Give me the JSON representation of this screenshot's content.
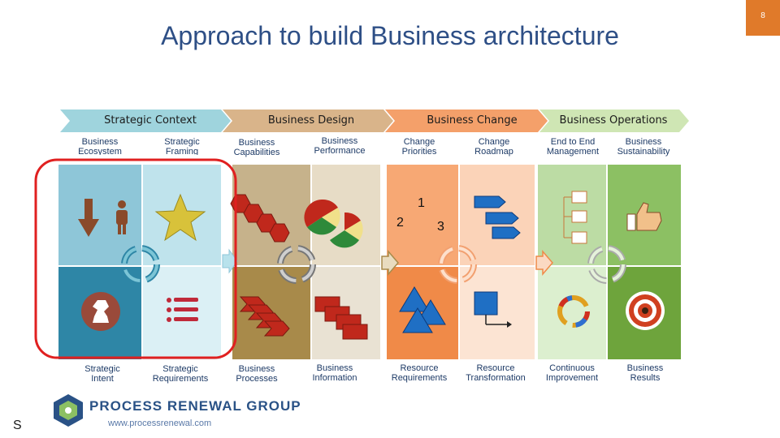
{
  "slide": {
    "title": "Approach to build Business architecture",
    "page_number": "8",
    "footer_letter": "S"
  },
  "phases": [
    {
      "label": "Strategic Context",
      "color": "#9fd4dd"
    },
    {
      "label": "Business Design",
      "color": "#d9b48a"
    },
    {
      "label": "Business Change",
      "color": "#f4a06a"
    },
    {
      "label": "Business Operations",
      "color": "#cfe6b4"
    }
  ],
  "top_labels": [
    {
      "line1": "Business",
      "line2": "Ecosystem"
    },
    {
      "line1": "Strategic",
      "line2": "Framing"
    },
    {
      "line1": "Business",
      "line2": "Capabilities"
    },
    {
      "line1": "Business",
      "line2": "Performance"
    },
    {
      "line1": "Change",
      "line2": "Priorities"
    },
    {
      "line1": "Change",
      "line2": "Roadmap"
    },
    {
      "line1": "End to End",
      "line2": "Management"
    },
    {
      "line1": "Business",
      "line2": "Sustainability"
    }
  ],
  "bottom_labels": [
    {
      "line1": "Strategic",
      "line2": "Intent"
    },
    {
      "line1": "Strategic",
      "line2": "Requirements"
    },
    {
      "line1": "Business",
      "line2": "Processes"
    },
    {
      "line1": "Business",
      "line2": "Information"
    },
    {
      "line1": "Resource",
      "line2": "Requirements"
    },
    {
      "line1": "Resource",
      "line2": "Transformation"
    },
    {
      "line1": "Continuous",
      "line2": "Improvement"
    },
    {
      "line1": "Business",
      "line2": "Results"
    }
  ],
  "change_priorities": {
    "n1": "1",
    "n2": "2",
    "n3": "3"
  },
  "footer": {
    "company": "PROCESS RENEWAL GROUP",
    "url": "www.processrenewal.com"
  },
  "colors": {
    "title": "#2e4f86",
    "highlight": "#e02020",
    "accent": "#e07a2a"
  },
  "icons": [
    "down-arrow-icon",
    "person-icon",
    "star-icon",
    "cycle-icon",
    "chess-knight-icon",
    "list-icon",
    "hexagon-chain-icon",
    "pie-pieces-icon",
    "flow-process-icon",
    "rect-stack-icon",
    "triangles-icon",
    "roadmap-arrows-icon",
    "flowchart-icon",
    "checklist-icon",
    "thumbs-up-icon",
    "improvement-cycle-icon",
    "target-icon",
    "logo-icon"
  ]
}
